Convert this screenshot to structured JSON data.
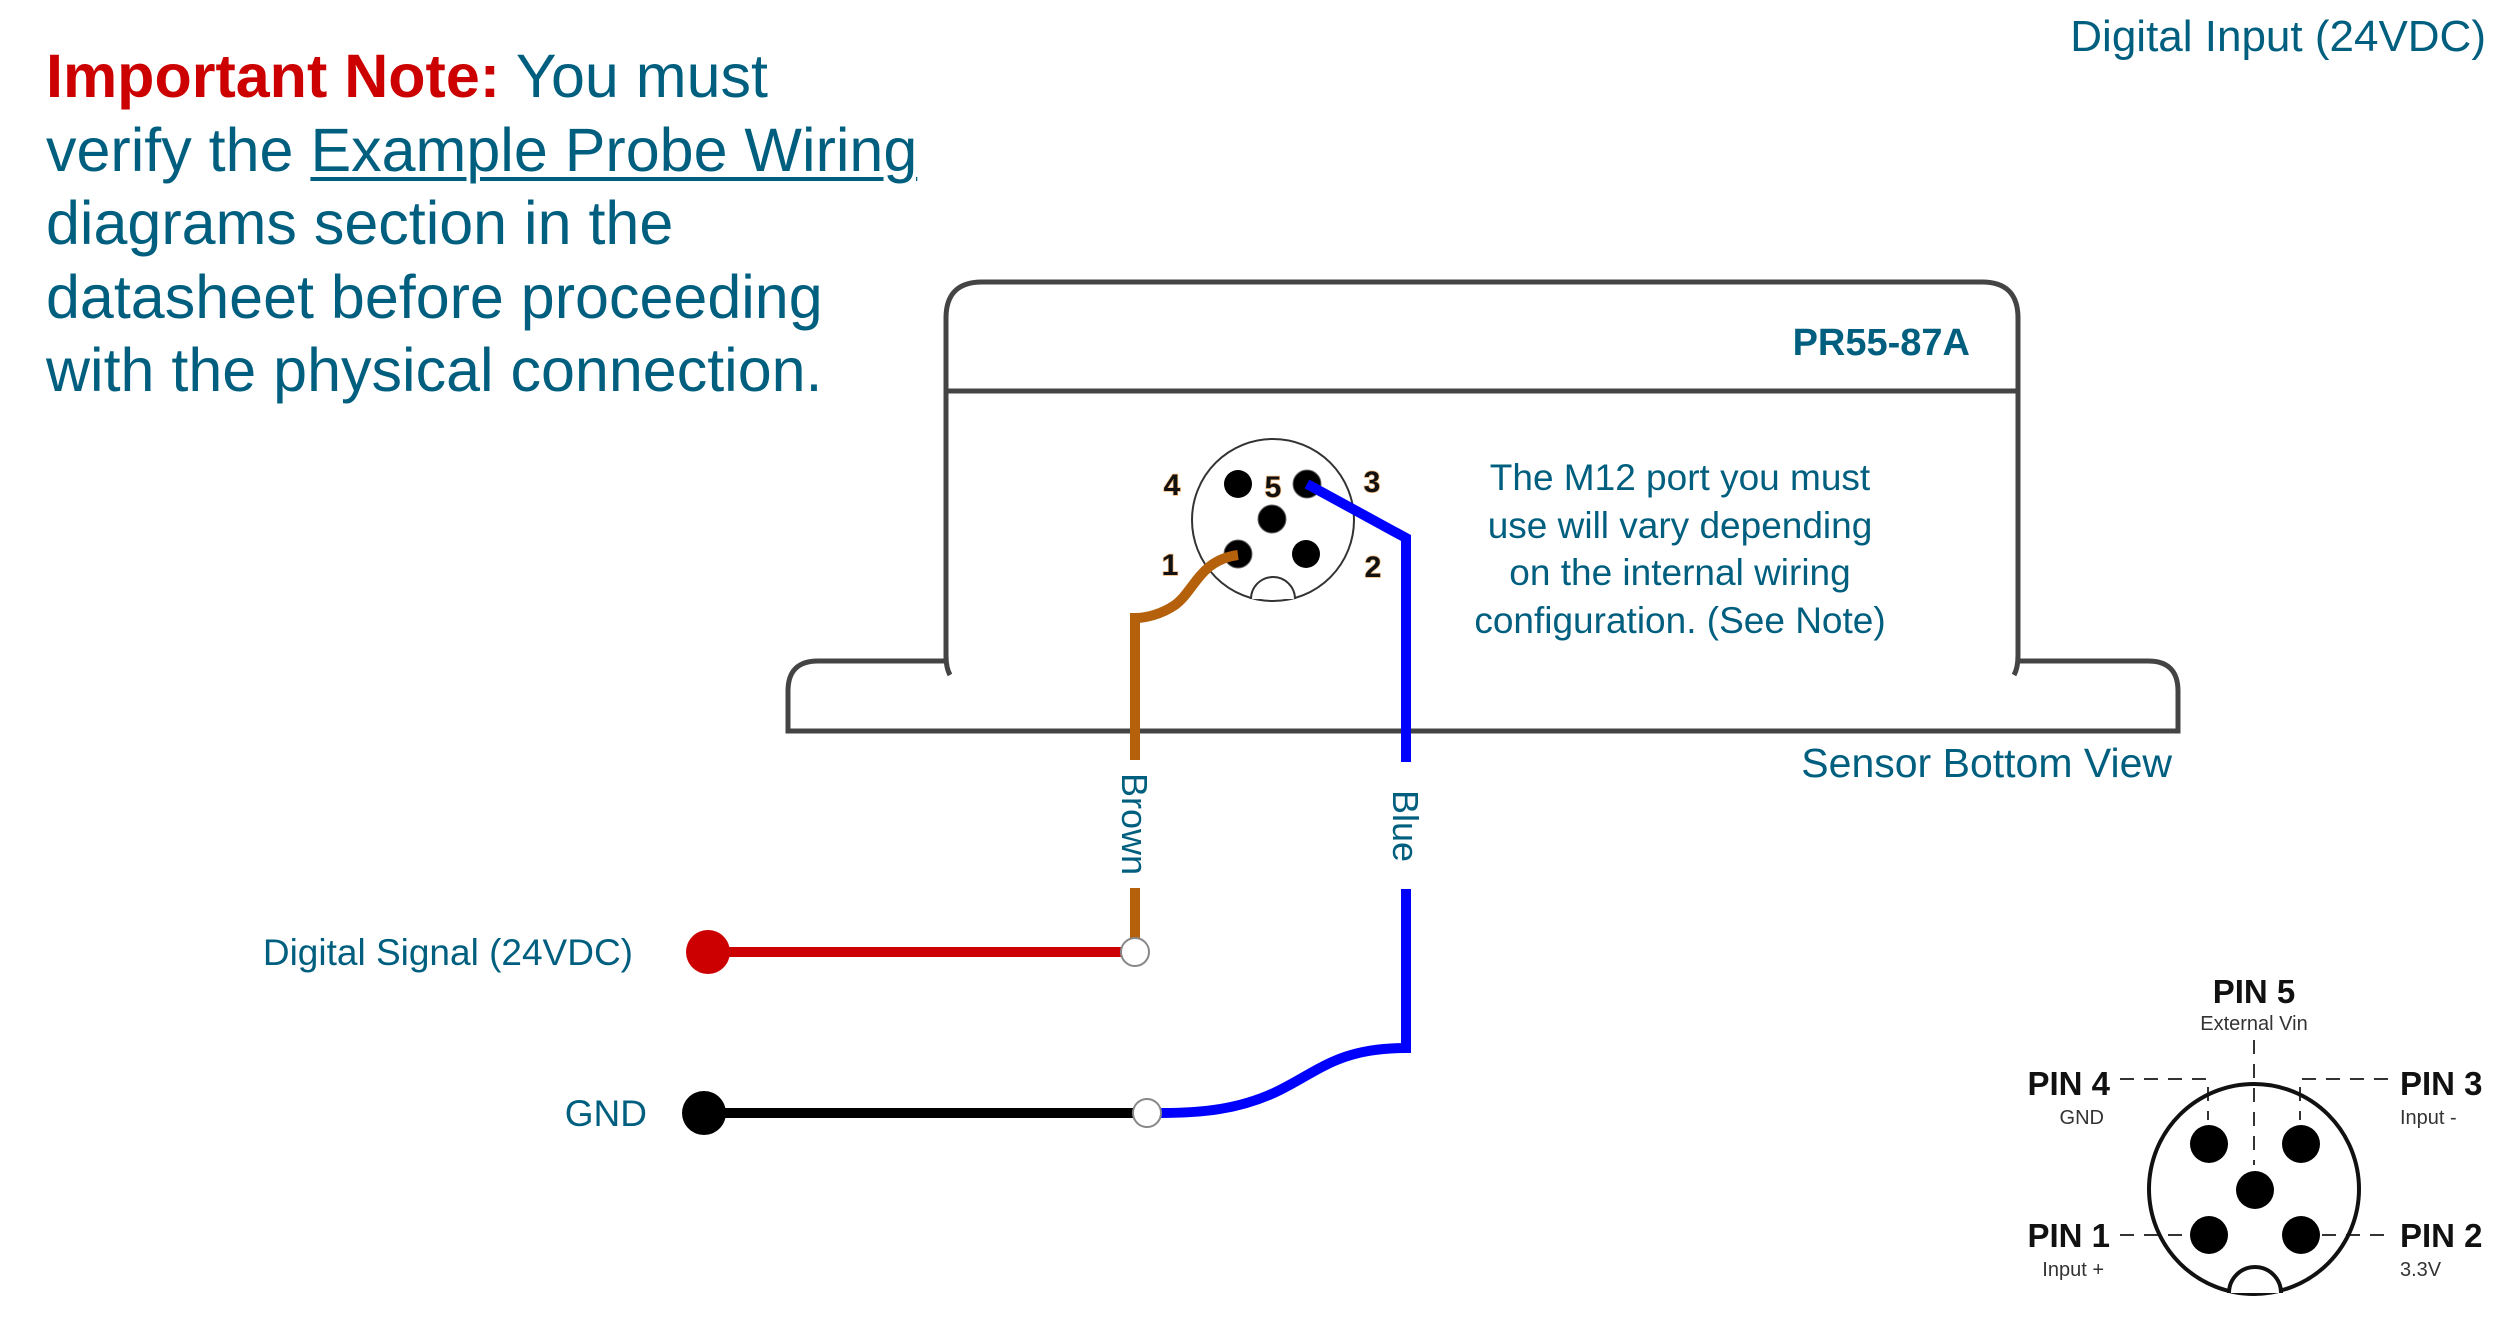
{
  "header": {
    "title": "Digital Input (24VDC)"
  },
  "note": {
    "label": "Important Note:",
    "text_before_link": " You must verify the ",
    "link_text": "Example Probe Wiring",
    "text_after_link": " diagrams section in the datasheet before proceeding with the physical connection."
  },
  "sensor": {
    "model": "PR55-87A",
    "port_note_lines": [
      "The M12 port you must",
      "use will vary depending",
      "on the internal wiring",
      "configuration. (See Note)"
    ],
    "view_label": "Sensor Bottom View",
    "pin_numbers": [
      "1",
      "2",
      "3",
      "4",
      "5"
    ]
  },
  "wires": {
    "brown_label": "Brown",
    "blue_label": "Blue",
    "colors": {
      "brown": "#b5600a",
      "blue": "#0000ff",
      "red": "#cc0000",
      "black": "#000000"
    }
  },
  "terminals": {
    "signal_label": "Digital Signal (24VDC)",
    "gnd_label": "GND"
  },
  "pinout_legend": {
    "pins": [
      {
        "name": "PIN 5",
        "function": "External Vin"
      },
      {
        "name": "PIN 4",
        "function": "GND"
      },
      {
        "name": "PIN 3",
        "function": "Input -"
      },
      {
        "name": "PIN 1",
        "function": "Input +"
      },
      {
        "name": "PIN 2",
        "function": "3.3V"
      }
    ]
  },
  "colors": {
    "text_teal": "#005f7f",
    "accent_red": "#cc0000",
    "outline_gray": "#444444"
  }
}
